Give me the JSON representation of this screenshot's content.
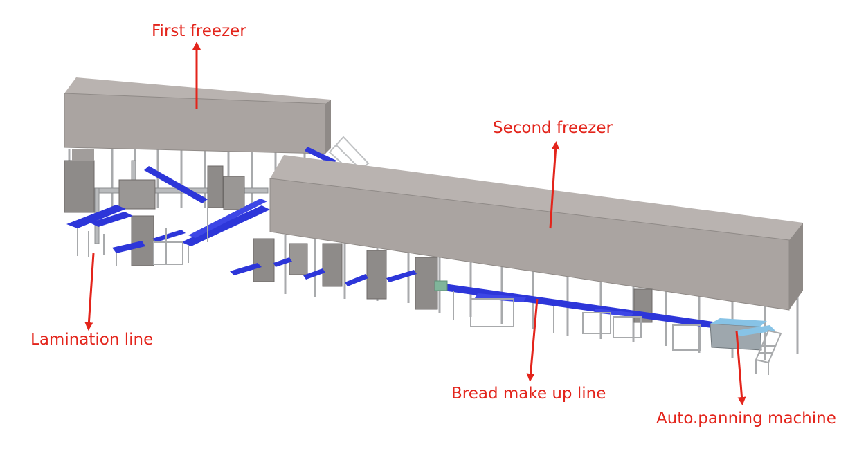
{
  "labels": {
    "first_freezer": "First freezer",
    "second_freezer": "Second freezer",
    "lamination_line": "Lamination line",
    "bread_make_up_line": "Bread make up line",
    "auto_panning_machine": "Auto.panning machine"
  },
  "colors": {
    "label_text": "#e3241b",
    "arrow": "#e3241b",
    "freezer_front": "#aaa4a1",
    "freezer_top": "#b9b3b0",
    "freezer_side": "#8f8a87",
    "conveyor_belt": "#2d36d9",
    "frame_steel": "#a8aaac",
    "machine_body": "#8e8b89",
    "panning_machine": "#87c3e6"
  }
}
